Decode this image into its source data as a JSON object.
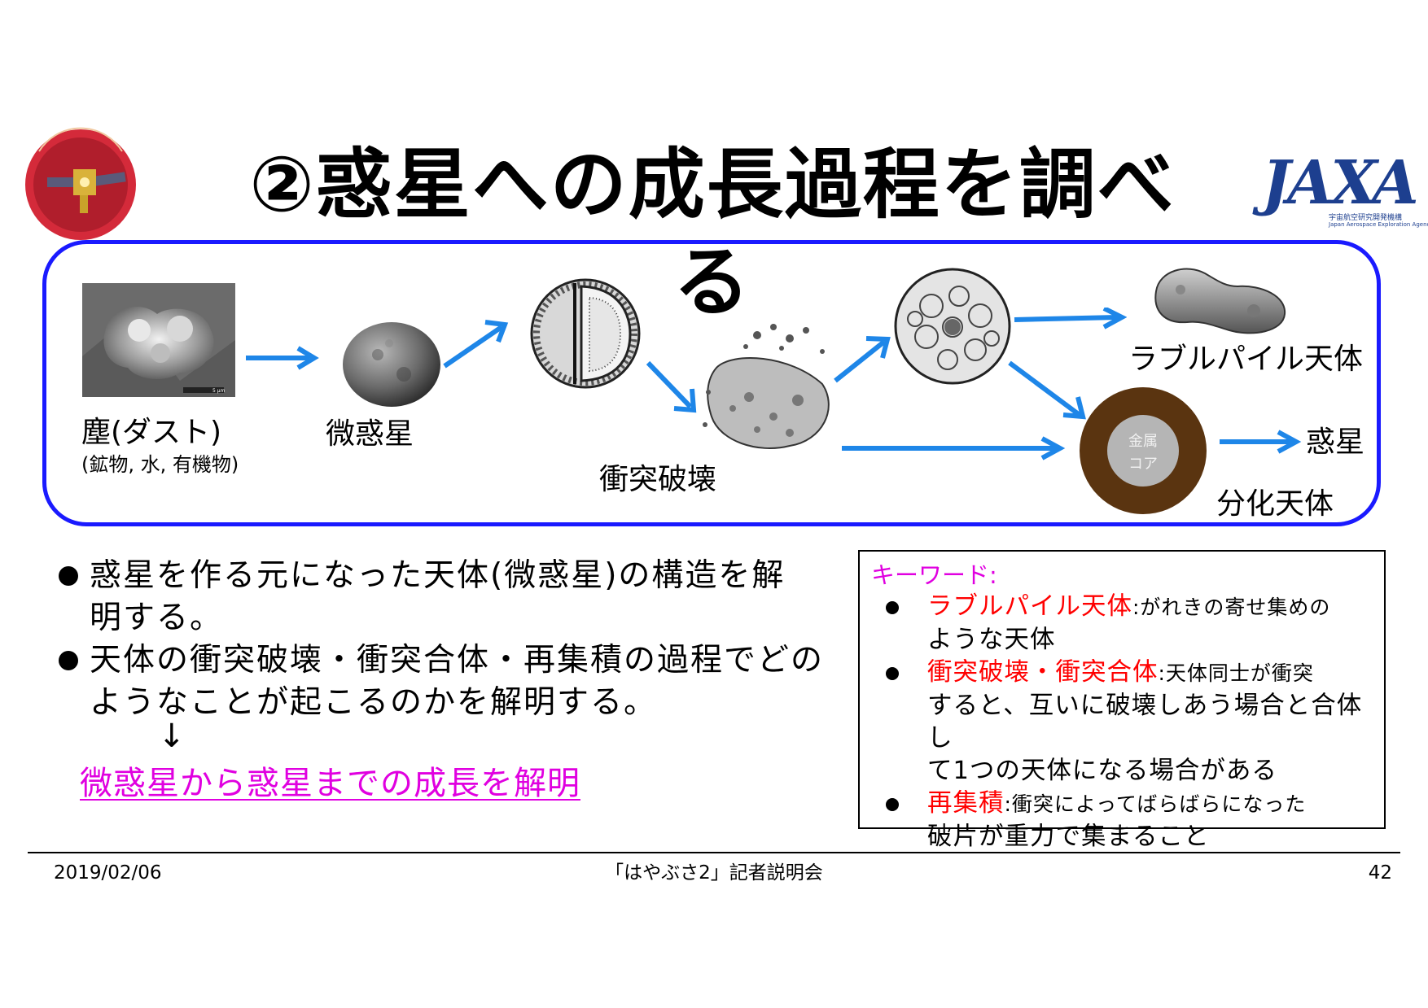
{
  "header": {
    "title": "②惑星への成長過程を調べる",
    "jaxa_wordmark": "JAXA",
    "jaxa_subline": "宇宙航空研究開発機構",
    "jaxa_subline_en": "Japan Aerospace Exploration Agency"
  },
  "diagram": {
    "dust_label": "塵(ダスト)",
    "dust_sublabel": "(鉱物, 水, 有機物)",
    "planetesimal_label": "微惑星",
    "collision_label": "衝突破壊",
    "rubble_label": "ラブルパイル天体",
    "differentiated_label": "分化天体",
    "planet_label": "惑星",
    "core_label_line1": "金属",
    "core_label_line2": "コア",
    "scale_bar_text": "5 µm"
  },
  "bullets": [
    {
      "line1": "惑星を作る元になった天体(微惑星)の構造を解",
      "line2": "明する。"
    },
    {
      "line1": "天体の衝突破壊・衝突合体・再集積の過程でどの",
      "line2": "ようなことが起こるのかを解明する。"
    }
  ],
  "down_arrow": "↓",
  "conclusion": "微惑星から惑星までの成長を解明",
  "keywords": {
    "title": "キーワード:",
    "items": [
      {
        "term": "ラブルパイル天体",
        "line1": ":がれきの寄せ集めの",
        "line2": "ような天体",
        "line3": ""
      },
      {
        "term": "衝突破壊・衝突合体",
        "line1": ":天体同士が衝突",
        "line2": "すると、互いに破壊しあう場合と合体し",
        "line3": "て1つの天体になる場合がある"
      },
      {
        "term": "再集積",
        "line1": ":衝突によってばらばらになった",
        "line2": "破片が重力で集まること",
        "line3": ""
      }
    ]
  },
  "footer": {
    "date": "2019/02/06",
    "event": "「はやぶさ2」記者説明会",
    "page": "42"
  },
  "colors": {
    "panel_border": "#1a1aff",
    "arrow": "#1e86e8",
    "keyword_term": "#ff0000",
    "conclusion": "#e000e0",
    "core_outer": "#5a3410",
    "core_inner": "#b5b5b5"
  }
}
